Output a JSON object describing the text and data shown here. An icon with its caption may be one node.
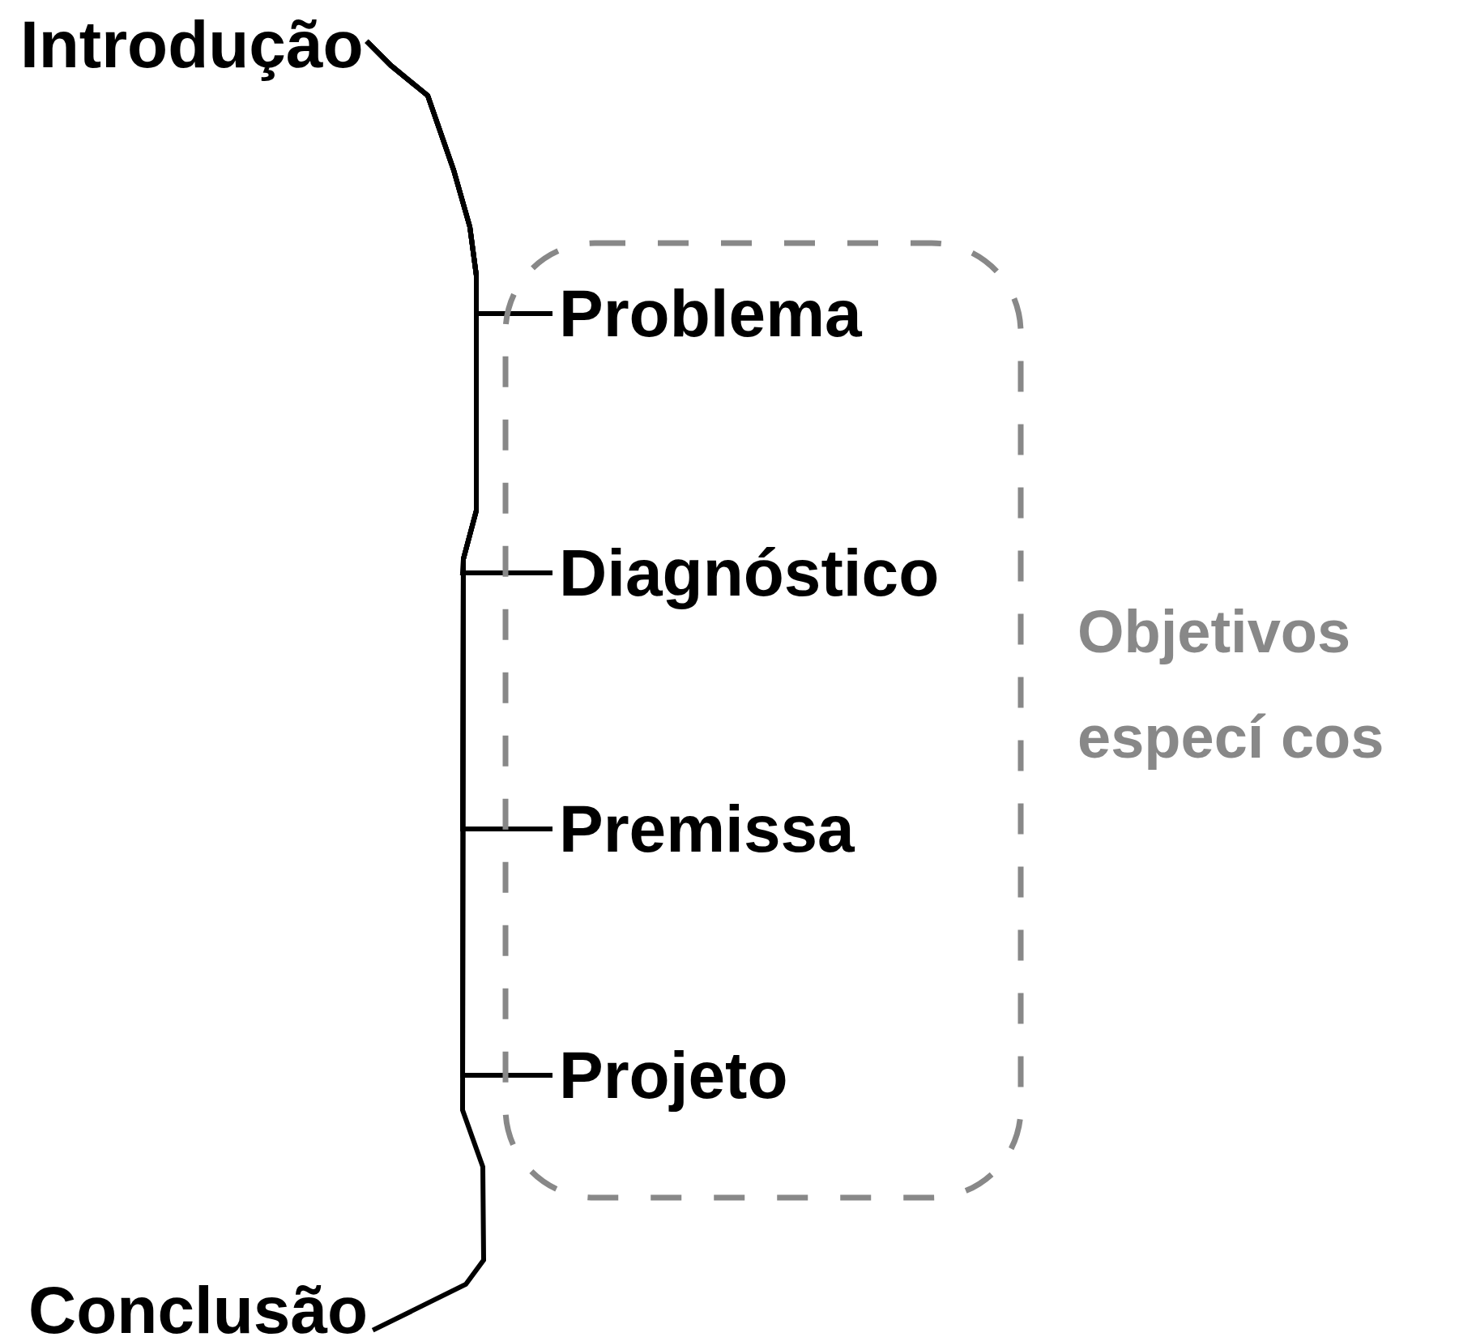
{
  "diagram": {
    "nodes": [
      {
        "text": [
          "Introdução"
        ]
      },
      {
        "text": [
          "Objetivos especí cos"
        ]
      },
      {
        "text": [
          "Problema"
        ],
        "in": 1
      },
      {
        "text": [
          "Diagnóstico"
        ],
        "in": 1
      },
      {
        "text": [
          "Premissa"
        ],
        "in": 1
      },
      {
        "text": [
          "Projeto"
        ],
        "in": 1
      },
      {
        "text": [
          "Conclusão"
        ]
      }
    ],
    "edges": [
      {
        "from": 0,
        "to": 2,
        "arrow": "none"
      },
      {
        "from": 0,
        "to": 3,
        "arrow": "none"
      },
      {
        "from": 0,
        "to": 4,
        "arrow": "none"
      },
      {
        "from": 0,
        "to": 5,
        "arrow": "none"
      },
      {
        "from": 0,
        "to": 6,
        "arrow": "none"
      }
    ]
  }
}
